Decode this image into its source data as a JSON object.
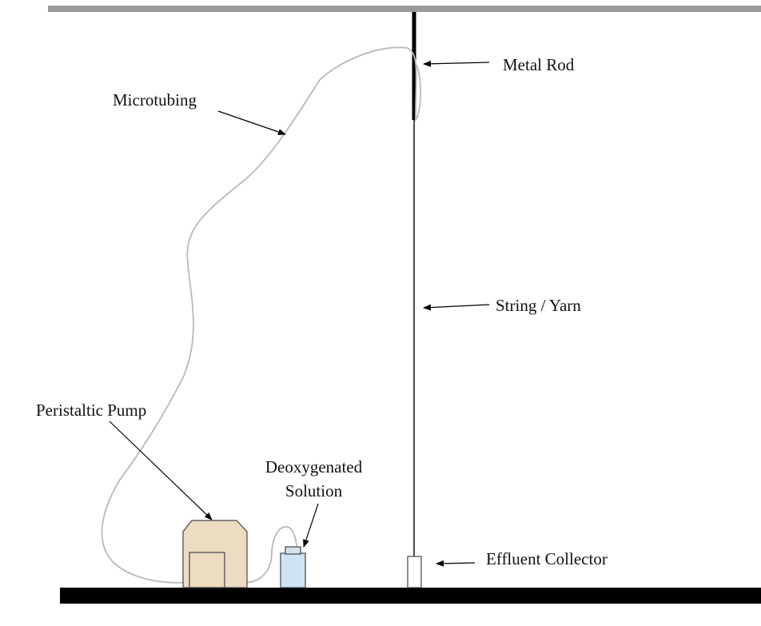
{
  "labels": {
    "metal_rod": "Metal Rod",
    "microtubing": "Microtubing",
    "string_yarn": "String / Yarn",
    "peristaltic_pump": "Peristaltic Pump",
    "deoxygenated_line1": "Deoxygenated",
    "deoxygenated_line2": "Solution",
    "effluent_collector": "Effluent Collector"
  },
  "colors": {
    "ceiling": "#9a9a9a",
    "floor": "#000000",
    "rod": "#000000",
    "string": "#222222",
    "tubing": "#b9b9b9",
    "pump_fill": "#ecdcc2",
    "pump_stroke": "#444444",
    "solution_fill": "#cfe3f3",
    "solution_stroke": "#444444",
    "arrow": "#000000"
  }
}
